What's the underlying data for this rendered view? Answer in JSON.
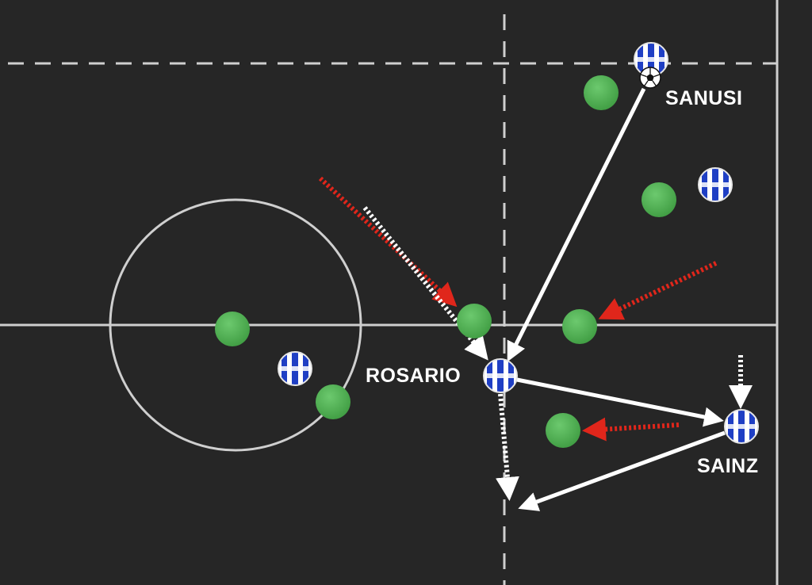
{
  "colors": {
    "pitch": "#262626",
    "line": "#cfcfcf",
    "opponent": "#4caf50",
    "kit_blue": "#1f3fc4",
    "kit_white": "#ffffff",
    "pass": "#ffffff",
    "run": "#ffffff",
    "press": "#e0261b"
  },
  "labels": {
    "sanusi": "SANUSI",
    "rosario": "ROSARIO",
    "sainz": "SAINZ"
  },
  "icons": {
    "ball": "football-icon",
    "kit": "striped-shirt-icon"
  }
}
